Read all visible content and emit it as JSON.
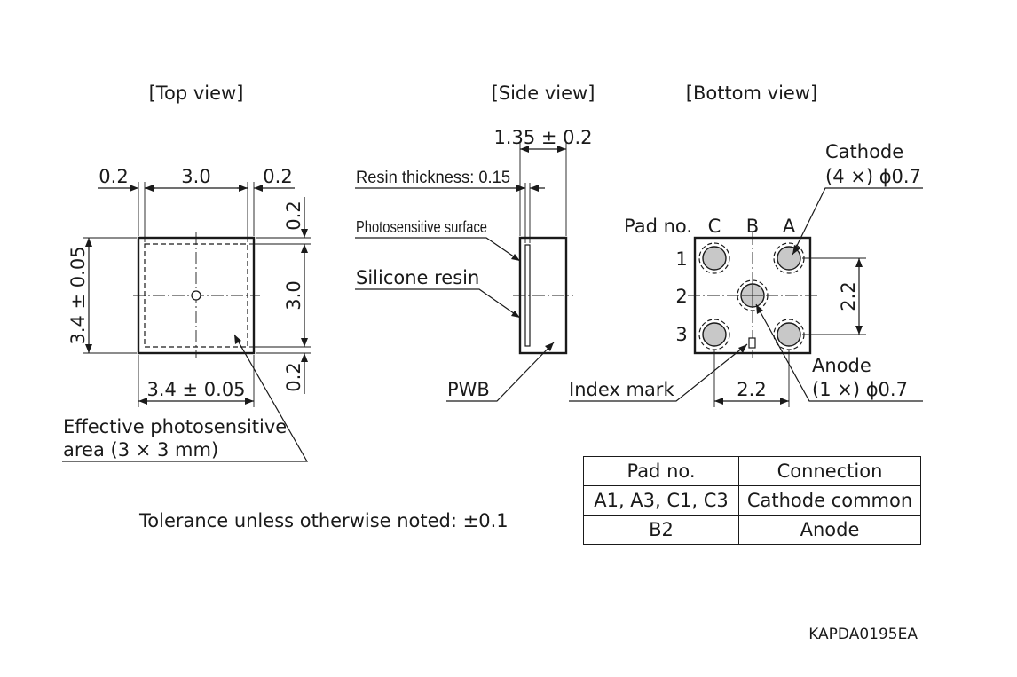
{
  "views": {
    "top": "[Top view]",
    "side": "[Side view]",
    "bottom": "[Bottom view]"
  },
  "top_view": {
    "dim_left_margin": "0.2",
    "dim_width": "3.0",
    "dim_right_margin": "0.2",
    "dim_top_margin": "0.2",
    "dim_height": "3.0",
    "dim_bottom_margin": "0.2",
    "dim_package_height": "3.4 ± 0.05",
    "dim_package_width": "3.4 ± 0.05",
    "effective_area_line1": "Effective photosensitive",
    "effective_area_line2": "area (3 × 3 mm)"
  },
  "side_view": {
    "dim_thickness": "1.35 ± 0.2",
    "resin_thickness": "Resin thickness: 0.15",
    "photosensitive_surface": "Photosensitive surface",
    "silicone_resin": "Silicone resin",
    "pwb": "PWB"
  },
  "bottom_view": {
    "cathode_line1": "Cathode",
    "cathode_line2": "(4 ×) ϕ0.7",
    "pad_no": "Pad no.",
    "col_c": "C",
    "col_b": "B",
    "col_a": "A",
    "row_1": "1",
    "row_2": "2",
    "row_3": "3",
    "dim_vertical": "2.2",
    "dim_horizontal": "2.2",
    "anode_line1": "Anode",
    "anode_line2": "(1 ×) ϕ0.7",
    "index_mark": "Index mark"
  },
  "tolerance_note": "Tolerance unless otherwise noted: ±0.1",
  "pad_table": {
    "headers": [
      "Pad no.",
      "Connection"
    ],
    "rows": [
      [
        "A1, A3, C1, C3",
        "Cathode common"
      ],
      [
        "B2",
        "Anode"
      ]
    ]
  },
  "drawing_code": "KAPDA0195EA"
}
